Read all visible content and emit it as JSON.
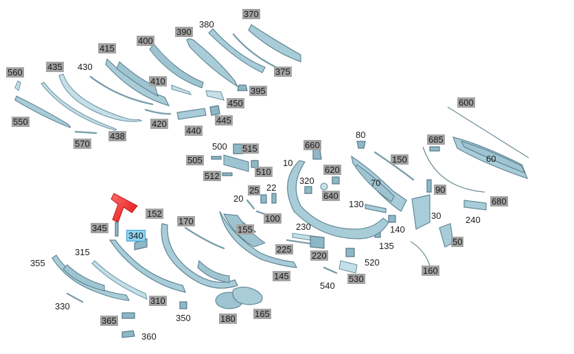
{
  "parts": [
    {
      "id": "sill-section",
      "label": "560",
      "boxed": true
    },
    {
      "id": "rail-550",
      "label": "550",
      "boxed": true
    },
    {
      "id": "strip-435",
      "label": "435",
      "boxed": true
    },
    {
      "id": "strip-430",
      "label": "430",
      "boxed": false
    },
    {
      "id": "grille-frame-415",
      "label": "415",
      "boxed": true
    },
    {
      "id": "grille-400",
      "label": "400",
      "boxed": true
    },
    {
      "id": "frame-390",
      "label": "390",
      "boxed": true
    },
    {
      "id": "frame-380",
      "label": "380",
      "boxed": false
    },
    {
      "id": "frame-370",
      "label": "370",
      "boxed": true
    },
    {
      "id": "strip-375",
      "label": "375",
      "boxed": true
    },
    {
      "id": "clip-395",
      "label": "395",
      "boxed": true
    },
    {
      "id": "bracket-410",
      "label": "410",
      "boxed": true
    },
    {
      "id": "bracket-450",
      "label": "450",
      "boxed": true
    },
    {
      "id": "strip-420",
      "label": "420",
      "boxed": true
    },
    {
      "id": "bracket-440",
      "label": "440",
      "boxed": true
    },
    {
      "id": "clip-445",
      "label": "445",
      "boxed": true
    },
    {
      "id": "strip-438",
      "label": "438",
      "boxed": true
    },
    {
      "id": "strip-570",
      "label": "570",
      "boxed": true
    },
    {
      "id": "support-600",
      "label": "600",
      "boxed": true
    },
    {
      "id": "part-685",
      "label": "685",
      "boxed": true
    },
    {
      "id": "absorber-60",
      "label": "60",
      "boxed": false
    },
    {
      "id": "part-680",
      "label": "680",
      "boxed": true
    },
    {
      "id": "part-240",
      "label": "240",
      "boxed": false
    },
    {
      "id": "sensor-90",
      "label": "90",
      "boxed": true
    },
    {
      "id": "strip-150",
      "label": "150",
      "boxed": true
    },
    {
      "id": "clip-80",
      "label": "80",
      "boxed": false
    },
    {
      "id": "carrier-70",
      "label": "70",
      "boxed": false
    },
    {
      "id": "part-660",
      "label": "660",
      "boxed": true
    },
    {
      "id": "part-620",
      "label": "620",
      "boxed": true
    },
    {
      "id": "part-640",
      "label": "640",
      "boxed": true
    },
    {
      "id": "ring-320",
      "label": "320",
      "boxed": false
    },
    {
      "id": "bumper-10",
      "label": "10",
      "boxed": false
    },
    {
      "id": "part-130",
      "label": "130",
      "boxed": false
    },
    {
      "id": "bracket-30",
      "label": "30",
      "boxed": false
    },
    {
      "id": "part-140",
      "label": "140",
      "boxed": false
    },
    {
      "id": "part-135",
      "label": "135",
      "boxed": false
    },
    {
      "id": "cover-50",
      "label": "50",
      "boxed": true
    },
    {
      "id": "wire-160",
      "label": "160",
      "boxed": true
    },
    {
      "id": "bracket-500",
      "label": "500",
      "boxed": false
    },
    {
      "id": "part-515",
      "label": "515",
      "boxed": true
    },
    {
      "id": "part-505",
      "label": "505",
      "boxed": true
    },
    {
      "id": "part-510",
      "label": "510",
      "boxed": true
    },
    {
      "id": "screw-512",
      "label": "512",
      "boxed": true
    },
    {
      "id": "part-25",
      "label": "25",
      "boxed": true
    },
    {
      "id": "part-22",
      "label": "22",
      "boxed": false
    },
    {
      "id": "part-20",
      "label": "20",
      "boxed": false
    },
    {
      "id": "part-100",
      "label": "100",
      "boxed": true
    },
    {
      "id": "strip-155",
      "label": "155",
      "boxed": true
    },
    {
      "id": "part-230",
      "label": "230",
      "boxed": false
    },
    {
      "id": "strip-225",
      "label": "225",
      "boxed": true
    },
    {
      "id": "part-220",
      "label": "220",
      "boxed": true
    },
    {
      "id": "part-520",
      "label": "520",
      "boxed": false
    },
    {
      "id": "part-530",
      "label": "530",
      "boxed": true
    },
    {
      "id": "part-540",
      "label": "540",
      "boxed": false
    },
    {
      "id": "bumper-152",
      "label": "152",
      "boxed": true
    },
    {
      "id": "strip-170",
      "label": "170",
      "boxed": true
    },
    {
      "id": "part-145",
      "label": "145",
      "boxed": true
    },
    {
      "id": "grille-180",
      "label": "180",
      "boxed": true
    },
    {
      "id": "frame-165",
      "label": "165",
      "boxed": true
    },
    {
      "id": "part-345",
      "label": "345",
      "boxed": true
    },
    {
      "id": "part-340",
      "label": "340",
      "boxed": false,
      "selected": true
    },
    {
      "id": "part-315",
      "label": "315",
      "boxed": false
    },
    {
      "id": "part-310",
      "label": "310",
      "boxed": true
    },
    {
      "id": "part-355",
      "label": "355",
      "boxed": false
    },
    {
      "id": "part-330",
      "label": "330",
      "boxed": false
    },
    {
      "id": "part-365",
      "label": "365",
      "boxed": true
    },
    {
      "id": "part-350",
      "label": "350",
      "boxed": false
    },
    {
      "id": "part-360",
      "label": "360",
      "boxed": false
    }
  ],
  "colors": {
    "part_fill": "#a8cdd9",
    "label_box": "#a3a3a3",
    "selected_box": "#8ed1f0",
    "pointer_arrow": "#e02020"
  }
}
